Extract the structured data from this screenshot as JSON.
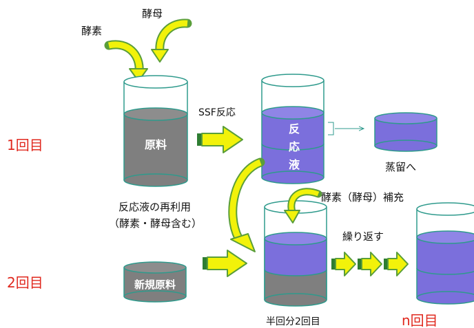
{
  "colors": {
    "gray": "#7f7f7f",
    "purple": "#7b6fdc",
    "teal": "#2e9a8c",
    "arrow_fill": "#f2f20a",
    "arrow_stroke": "#5a9e3a",
    "red": "#e0281e"
  },
  "labels": {
    "enzyme": "酵素",
    "yeast": "酵母",
    "ssf": "SSF反応",
    "raw": "原料",
    "reaction_1": "反",
    "reaction_2": "応",
    "reaction_3": "液",
    "distill": "蒸留へ",
    "round1": "1回目",
    "round2": "2回目",
    "roundn": "n回目",
    "reuse_1": "反応液の再利用",
    "reuse_2": "（酵素・酵母含む）",
    "replenish": "酵素（酵母）補充",
    "repeat": "繰り返す",
    "new_raw": "新規原料",
    "half": "半回分2回目"
  }
}
